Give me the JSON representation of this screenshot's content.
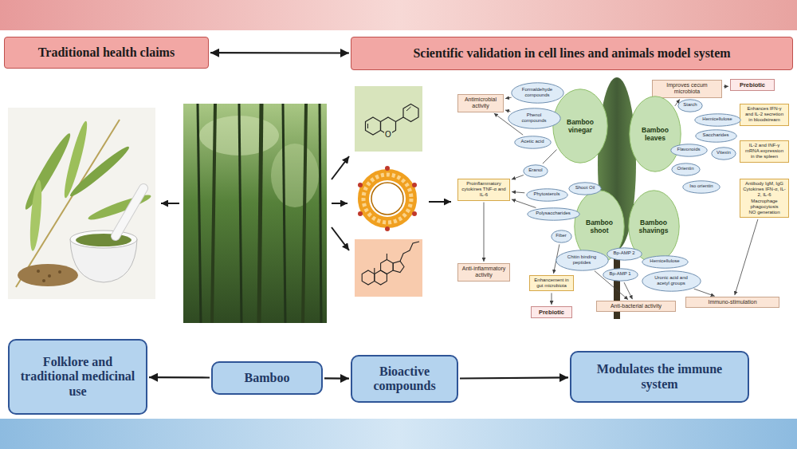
{
  "diagram": {
    "nodes": [
      {
        "text": [
          "Traditional health claims"
        ]
      },
      {
        "text": [
          "Scientific validation in cell lines and animals model system"
        ]
      },
      {
        "text": [
          "Antimicrobial activity"
        ]
      },
      {
        "text": [
          "Formaldehyde compounds"
        ]
      },
      {
        "text": [
          "Phenol compounds"
        ]
      },
      {
        "text": [
          "Acetic acid"
        ]
      },
      {
        "text": [
          "Bamboo vinegar"
        ]
      },
      {
        "text": [
          "Eranol"
        ]
      },
      {
        "text": [
          "Improves cecum microbiota"
        ]
      },
      {
        "text": [
          "Prebiotic"
        ]
      },
      {
        "text": [
          "Starch"
        ]
      },
      {
        "text": [
          "Hemicellulose"
        ]
      },
      {
        "text": [
          "Saccharides"
        ]
      },
      {
        "text": [
          "Flavonoids"
        ]
      },
      {
        "text": [
          "Vitexin"
        ]
      },
      {
        "text": [
          "Orientin"
        ]
      },
      {
        "text": [
          "Iso orientin"
        ]
      },
      {
        "text": [
          "Bamboo leaves"
        ]
      },
      {
        "text": [
          "Enhances IFN-γ and IL-2 secretion in bloodstream"
        ]
      },
      {
        "text": [
          "IL-2 and INF-γ mRNA expression in the spleen"
        ]
      },
      {
        "text": [
          "Proinflammatory cytokines TNF-α and IL-6"
        ]
      },
      {
        "text": [
          "Phytosterols"
        ]
      },
      {
        "text": [
          "Shoot Oil"
        ]
      },
      {
        "text": [
          "Polysaccharides"
        ]
      },
      {
        "text": [
          "Fiber"
        ]
      },
      {
        "text": [
          "Chitin binding peptides"
        ]
      },
      {
        "text": [
          "Bp-AMP 2"
        ]
      },
      {
        "text": [
          "Bp-AMP 1"
        ]
      },
      {
        "text": [
          "Bamboo shoot"
        ]
      },
      {
        "text": [
          "Bamboo shavings"
        ]
      },
      {
        "text": [
          "Hemicellulose"
        ]
      },
      {
        "text": [
          "Uronic acid and acetyl groups"
        ]
      },
      {
        "text": [
          "Antibody IgM, IgG",
          "Cytokines IFN-α, IL-2, IL-6",
          "Macrophage phagocytosis",
          "NO generation"
        ]
      },
      {
        "text": [
          "Anti-inflammatory activity"
        ]
      },
      {
        "text": [
          "Enhancement in gut microbiota"
        ]
      },
      {
        "text": [
          "Prebiotic"
        ]
      },
      {
        "text": [
          "Anti-bacterial activity"
        ]
      },
      {
        "text": [
          "Immuno-stimulation"
        ]
      },
      {
        "text": [
          "Folklore and traditional medicinal use"
        ]
      },
      {
        "text": [
          "Bamboo"
        ]
      },
      {
        "text": [
          "Bioactive compounds"
        ]
      },
      {
        "text": [
          "Modulates the immune system"
        ]
      }
    ],
    "edges": [
      {
        "from": 0,
        "to": 1,
        "arrow": "both"
      },
      {
        "from": 3,
        "to": 2,
        "arrow": "to"
      },
      {
        "from": 4,
        "to": 2,
        "arrow": "to"
      },
      {
        "from": 5,
        "to": 2,
        "arrow": "to"
      },
      {
        "from": 6,
        "to": 7,
        "arrow": "none"
      },
      {
        "from": 7,
        "to": 20,
        "arrow": "to"
      },
      {
        "from": 21,
        "to": 20,
        "arrow": "to"
      },
      {
        "from": 23,
        "to": 20,
        "arrow": "to"
      },
      {
        "from": 20,
        "to": 33,
        "arrow": "to"
      },
      {
        "from": 24,
        "to": 34,
        "arrow": "to"
      },
      {
        "from": 34,
        "to": 35,
        "arrow": "to"
      },
      {
        "from": 25,
        "to": 36,
        "arrow": "to"
      },
      {
        "from": 27,
        "to": 36,
        "arrow": "to"
      },
      {
        "from": 31,
        "to": 37,
        "arrow": "to"
      },
      {
        "from": 17,
        "to": 8,
        "arrow": "to"
      },
      {
        "from": 8,
        "to": 9,
        "arrow": "to"
      },
      {
        "from": 32,
        "to": 37,
        "arrow": "to"
      },
      {
        "from": 39,
        "to": 38,
        "arrow": "to"
      },
      {
        "from": 39,
        "to": 40,
        "arrow": "to"
      },
      {
        "from": 40,
        "to": 41,
        "arrow": "to"
      }
    ],
    "labels": [
      "O"
    ]
  }
}
